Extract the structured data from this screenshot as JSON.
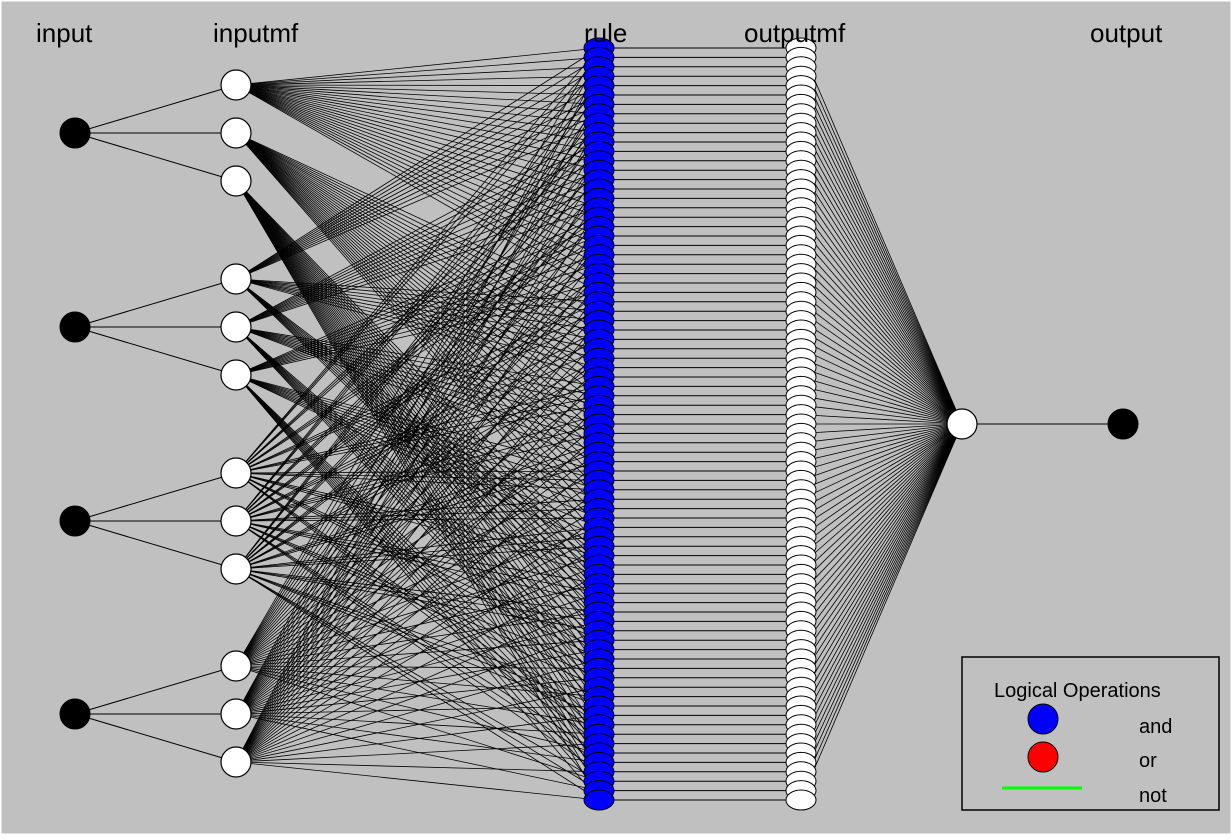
{
  "headers": {
    "input": "input",
    "inputmf": "inputmf",
    "rule": "rule",
    "outputmf": "outputmf",
    "output": "output"
  },
  "network": {
    "inputs": 4,
    "mfs_per_input": 3,
    "rules": 81,
    "output_mfs": 81,
    "outputs": 1
  },
  "legend": {
    "title": "Logical Operations",
    "items": [
      {
        "label": "and",
        "color": "#0000ff",
        "marker": "circle"
      },
      {
        "label": "or",
        "color": "#ff0000",
        "marker": "circle"
      },
      {
        "label": "not",
        "color": "#00ff00",
        "marker": "line"
      }
    ]
  },
  "colors": {
    "background": "#c0c0c0",
    "rule_node": "#0000ff",
    "input_node": "#000000",
    "mf_node": "#ffffff",
    "edge": "#000000"
  }
}
